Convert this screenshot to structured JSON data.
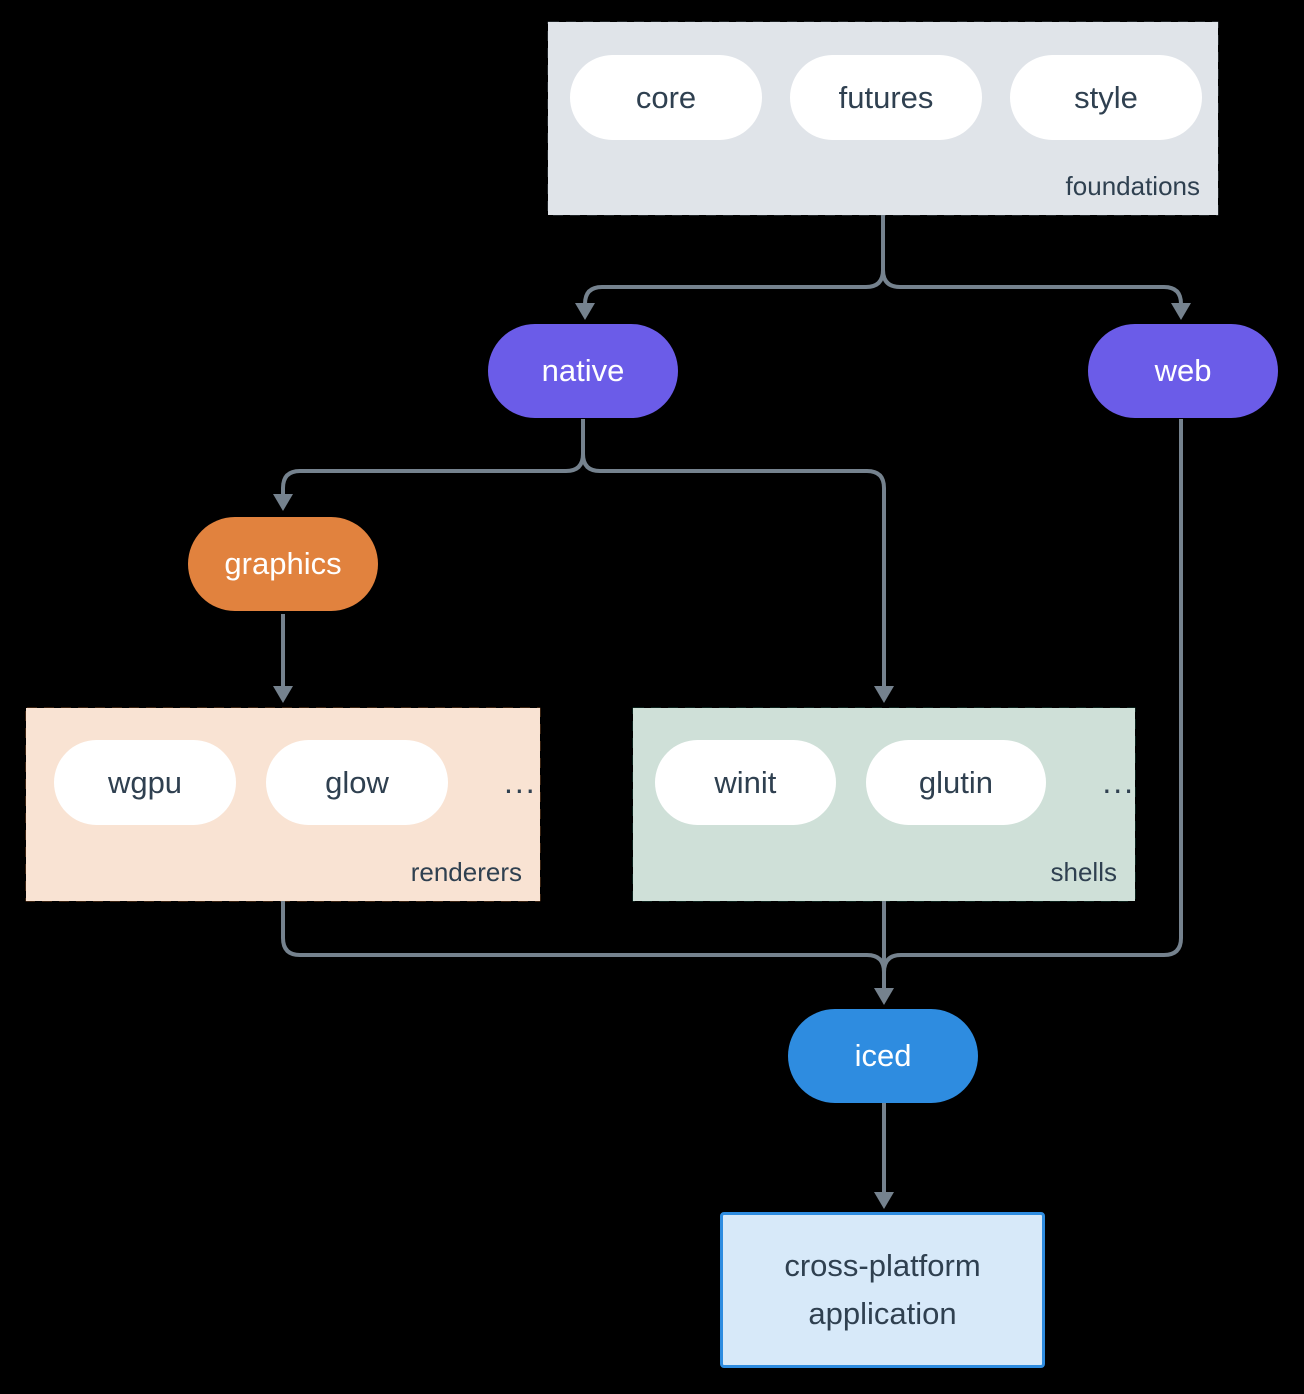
{
  "groups": {
    "foundations": {
      "label": "foundations",
      "items": [
        "core",
        "futures",
        "style"
      ]
    },
    "renderers": {
      "label": "renderers",
      "items": [
        "wgpu",
        "glow"
      ],
      "more": "..."
    },
    "shells": {
      "label": "shells",
      "items": [
        "winit",
        "glutin"
      ],
      "more": "..."
    }
  },
  "nodes": {
    "native": "native",
    "web": "web",
    "graphics": "graphics",
    "iced": "iced"
  },
  "application": {
    "line1": "cross-platform",
    "line2": "application"
  },
  "edges": [
    {
      "from": "foundations",
      "to": "native"
    },
    {
      "from": "foundations",
      "to": "web"
    },
    {
      "from": "native",
      "to": "graphics"
    },
    {
      "from": "native",
      "to": "shells"
    },
    {
      "from": "graphics",
      "to": "renderers"
    },
    {
      "from": "renderers",
      "to": "iced"
    },
    {
      "from": "web",
      "to": "iced"
    },
    {
      "from": "shells",
      "to": "iced"
    },
    {
      "from": "iced",
      "to": "cross-platform application"
    }
  ],
  "colors": {
    "purple": "#6b5ce8",
    "orange": "#e1823e",
    "blue": "#2e8ce0",
    "arrow_gray": "#75828e",
    "text_dark": "#2f4050",
    "foundations_bg": "#e0e4e9",
    "foundations_border": "#7c8b9a",
    "renderers_bg": "#f9e3d3",
    "renderers_border": "#e8873f",
    "shells_bg": "#cfe0d8",
    "shells_border": "#28806b",
    "app_bg": "#d7e9f9"
  }
}
